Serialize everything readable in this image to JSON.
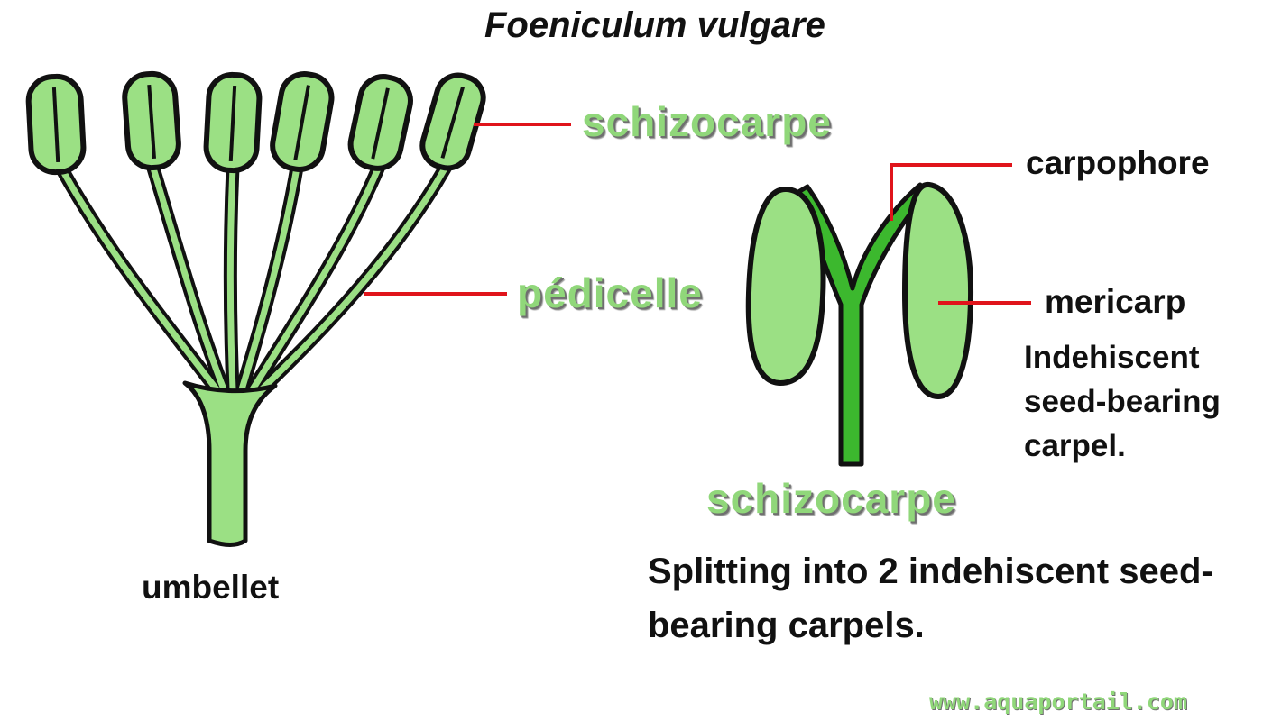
{
  "title": "Foeniculum vulgare",
  "labels": {
    "schizocarpe_top": "schizocarpe",
    "pedicelle": "pédicelle",
    "carpophore": "carpophore",
    "mericarp": "mericarp",
    "mericarp_desc": "Indehiscent seed-bearing carpel.",
    "schizocarpe_bottom": "schizocarpe",
    "umbellet": "umbellet",
    "split_desc": "Splitting into 2 indehiscent seed-bearing carpels."
  },
  "watermark": "www.aquaportail.com",
  "colors": {
    "fill_green": "#9be084",
    "dark_green": "#3cb82e",
    "outline": "#111111",
    "leader_red": "#e0141b",
    "label_green": "#90d77a"
  }
}
